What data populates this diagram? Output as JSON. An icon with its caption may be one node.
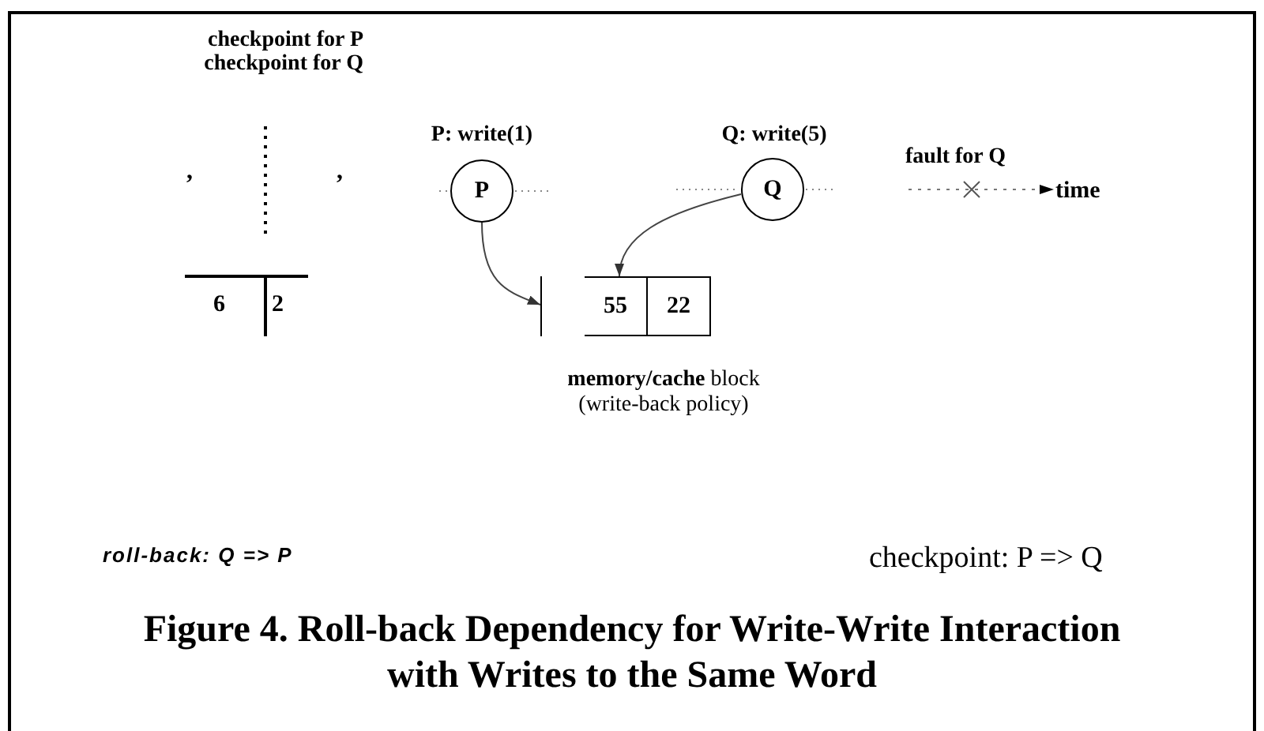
{
  "diagram": {
    "caption": "Figure 4. Roll-back Dependency for Write-Write Interaction with Writes to the Same Word",
    "nodes": [
      {
        "text": [
          "P"
        ],
        "beside": [
          "P: write(1)"
        ]
      },
      {
        "text": [
          "Q"
        ],
        "beside": [
          "Q: write(5)"
        ]
      },
      {
        "text": [],
        "shape": "bar"
      },
      {
        "text": [
          "55",
          "22"
        ],
        "beside": [
          "**memory/cache** block (write-back policy)"
        ]
      }
    ],
    "edges": [
      {
        "from": 0,
        "to": 2,
        "arrow": "to"
      },
      {
        "from": 1,
        "to": 3,
        "arrow": "to"
      }
    ],
    "labels": [
      "checkpoint for P",
      "checkpoint for Q",
      ",",
      ",",
      "6",
      "2",
      "fault for Q",
      "time",
      "roll-back: Q => P",
      "checkpoint: P => Q"
    ]
  }
}
